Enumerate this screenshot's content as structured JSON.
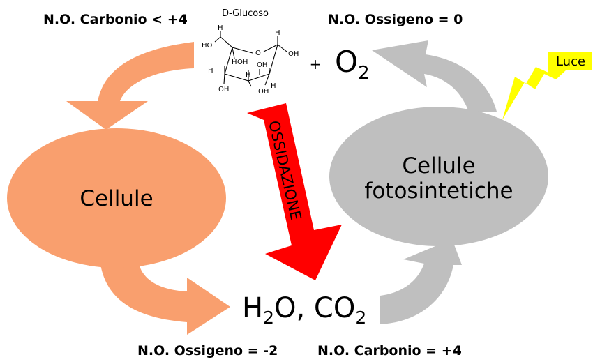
{
  "labels": {
    "top_left": "N.O. Carbonio < +4",
    "top_right": "N.O. Ossigeno = 0",
    "bottom_left": "N.O. Ossigeno = -2",
    "bottom_right": "N.O. Carbonio = +4",
    "glucose_name": "D-Glucoso",
    "plus": "+",
    "oxygen": {
      "main": "O",
      "sub": "2"
    },
    "products": {
      "h": "H",
      "h_sub": "2",
      "o": "O, CO",
      "co_sub": "2"
    },
    "light": "Luce",
    "oxidation": "OSSIDAZIONE",
    "cells": "Cellule",
    "photo_cells_line1": "Cellule",
    "photo_cells_line2": "fotosintetiche"
  },
  "glucose_atoms": {
    "o_ring": "O",
    "oh_right": "OH",
    "h_c1": "H",
    "h_c6a": "H",
    "ho_c6": "HO",
    "h_c5": "H",
    "h_c4": "H",
    "oh_c3_up": "OH",
    "h_c3": "H",
    "oh_c2": "OH",
    "h_c2": "H",
    "oh_c4": "OH",
    "oh_c3": "OH"
  },
  "colors": {
    "orange": "#f99f6e",
    "gray": "#bfbfbf",
    "red": "#ff0000",
    "yellow": "#ffff00"
  }
}
